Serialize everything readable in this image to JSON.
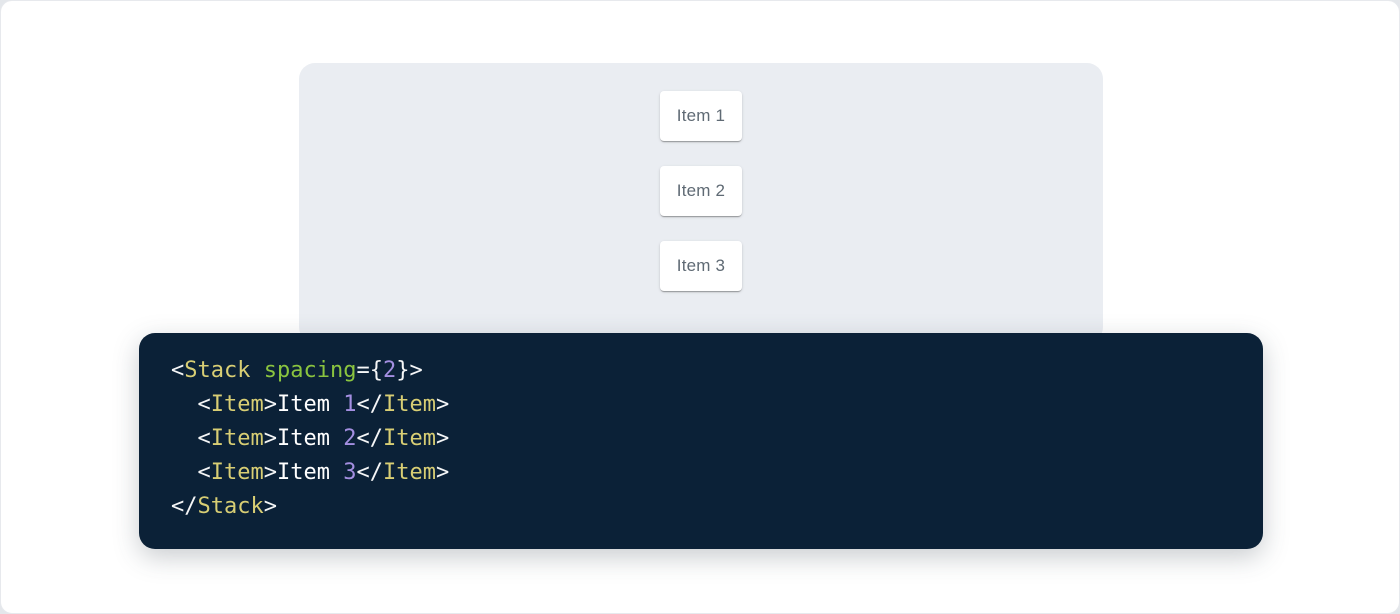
{
  "demo": {
    "items": [
      "Item 1",
      "Item 2",
      "Item 3"
    ]
  },
  "code": {
    "language": "jsx",
    "text": "<Stack spacing={2}>\n  <Item>Item 1</Item>\n  <Item>Item 2</Item>\n  <Item>Item 3</Item>\n</Stack>",
    "lines": [
      [
        {
          "t": "<",
          "k": "punct"
        },
        {
          "t": "Stack",
          "k": "tag"
        },
        {
          "t": " ",
          "k": "plain"
        },
        {
          "t": "spacing",
          "k": "attr"
        },
        {
          "t": "=",
          "k": "punct"
        },
        {
          "t": "{",
          "k": "punct"
        },
        {
          "t": "2",
          "k": "number"
        },
        {
          "t": "}",
          "k": "punct"
        },
        {
          "t": ">",
          "k": "punct"
        }
      ],
      [
        {
          "t": "  ",
          "k": "plain"
        },
        {
          "t": "<",
          "k": "punct"
        },
        {
          "t": "Item",
          "k": "tag"
        },
        {
          "t": ">",
          "k": "punct"
        },
        {
          "t": "Item ",
          "k": "plain"
        },
        {
          "t": "1",
          "k": "number"
        },
        {
          "t": "</",
          "k": "punct"
        },
        {
          "t": "Item",
          "k": "tag"
        },
        {
          "t": ">",
          "k": "punct"
        }
      ],
      [
        {
          "t": "  ",
          "k": "plain"
        },
        {
          "t": "<",
          "k": "punct"
        },
        {
          "t": "Item",
          "k": "tag"
        },
        {
          "t": ">",
          "k": "punct"
        },
        {
          "t": "Item ",
          "k": "plain"
        },
        {
          "t": "2",
          "k": "number"
        },
        {
          "t": "</",
          "k": "punct"
        },
        {
          "t": "Item",
          "k": "tag"
        },
        {
          "t": ">",
          "k": "punct"
        }
      ],
      [
        {
          "t": "  ",
          "k": "plain"
        },
        {
          "t": "<",
          "k": "punct"
        },
        {
          "t": "Item",
          "k": "tag"
        },
        {
          "t": ">",
          "k": "punct"
        },
        {
          "t": "Item ",
          "k": "plain"
        },
        {
          "t": "3",
          "k": "number"
        },
        {
          "t": "</",
          "k": "punct"
        },
        {
          "t": "Item",
          "k": "tag"
        },
        {
          "t": ">",
          "k": "punct"
        }
      ],
      [
        {
          "t": "</",
          "k": "punct"
        },
        {
          "t": "Stack",
          "k": "tag"
        },
        {
          "t": ">",
          "k": "punct"
        }
      ]
    ]
  },
  "colors": {
    "page_background": "#e4e7eb",
    "screen_background": "#ffffff",
    "panel_background": "#eaedf2",
    "card_background": "#ffffff",
    "card_text": "#5f6a74",
    "code_background": "#0b2137",
    "token_tag": "#d8ce74",
    "token_attr": "#8ac43f",
    "token_number": "#a48fe1",
    "token_punct": "#f5f6f7",
    "token_plain": "#ffffff"
  }
}
